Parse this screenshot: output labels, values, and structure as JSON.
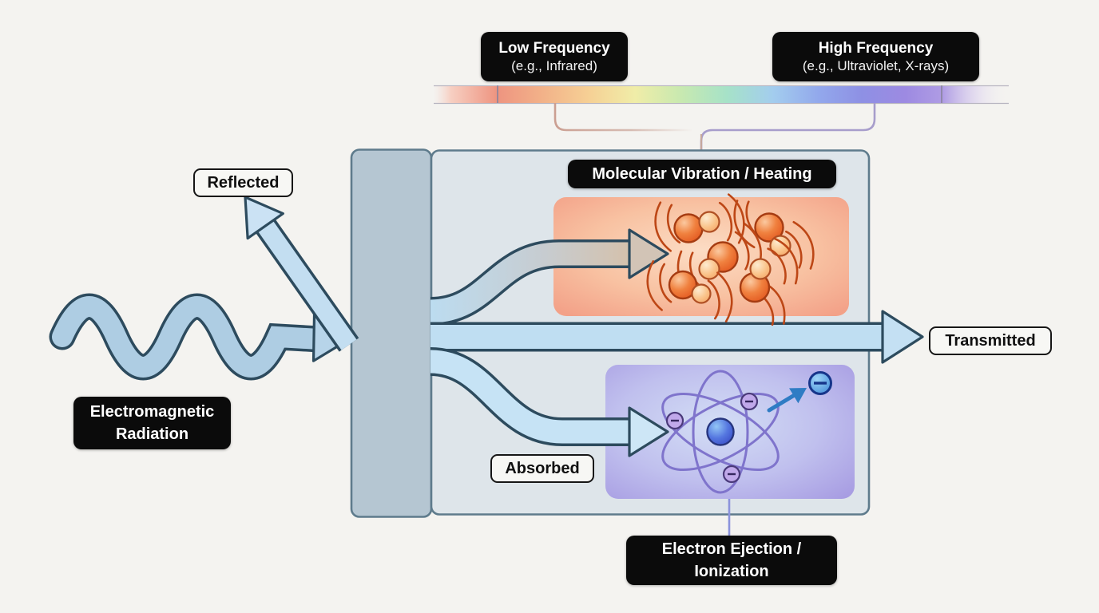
{
  "scene": {
    "title_context": "Electromagnetic radiation interacting with matter",
    "spectrum": {
      "low": {
        "line1": "Low Frequency",
        "line2": "(e.g., Infrared)"
      },
      "high": {
        "line1": "High Frequency",
        "line2": "(e.g., Ultraviolet, X-rays)"
      }
    },
    "source": {
      "line1": "Electromagnetic",
      "line2": "Radiation"
    },
    "outcomes": {
      "reflected": "Reflected",
      "transmitted": "Transmitted",
      "absorbed": "Absorbed"
    },
    "processes": {
      "heating": "Molecular Vibration / Heating",
      "ionization": {
        "line1": "Electron Ejection /",
        "line2": "Ionization"
      }
    },
    "colors": {
      "background": "#f4f3f0",
      "beam_fill": "#bfdef2",
      "beam_outline": "#2d4b5e",
      "material_surface": "#b5c6d2",
      "material_body": "#dee5ea",
      "material_border": "#5e7b8c",
      "heating_panel": "#f3a98c",
      "ionization_panel": "#a99ee3",
      "molecule_large": "#e8652c",
      "molecule_small": "#f8bd85",
      "nucleus": "#4a5fd4",
      "orbit": "#7f74cc",
      "electron": "#b9a2e6",
      "ejected_electron": "#58a0e0",
      "ejection_arrow": "#2f7cc4",
      "spectrum_low_end": "#ee9d85",
      "spectrum_high_end": "#9a8be0",
      "label_bg": "#0b0b0b",
      "label_fg": "#ffffff"
    }
  }
}
